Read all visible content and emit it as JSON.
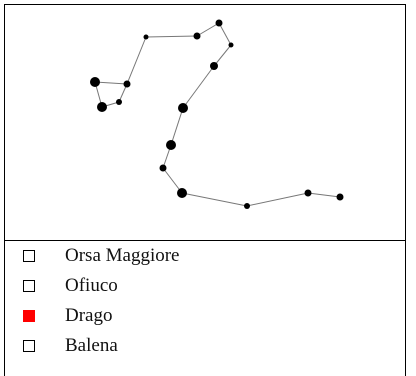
{
  "constellation_options": [
    {
      "label": "Orsa Maggiore",
      "selected": false
    },
    {
      "label": "Ofiuco",
      "selected": false
    },
    {
      "label": "Drago",
      "selected": true
    },
    {
      "label": "Balena",
      "selected": false
    }
  ],
  "colors": {
    "selected": "#ff0000",
    "star": "#000000",
    "line": "#777777"
  }
}
